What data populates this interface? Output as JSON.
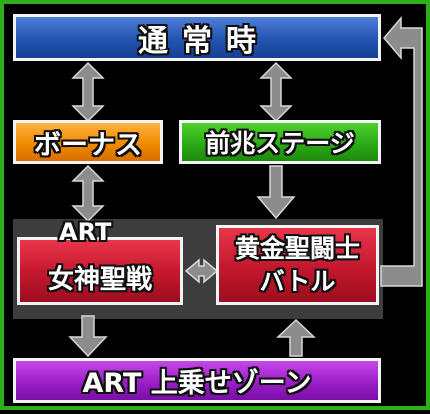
{
  "nodes": {
    "normal": "通常時",
    "bonus": "ボーナス",
    "pre_stage": "前兆ステージ",
    "art_tag": "ART",
    "art_stage": "女神聖戦",
    "battle_line1": "黄金聖闘士",
    "battle_line2": "バトル",
    "jousei": "ART 上乗せゾーン"
  },
  "colors": {
    "normal": "#2557b6",
    "bonus": "#f08a00",
    "pre_stage": "#2cab16",
    "art_stage": "#c3172d",
    "battle": "#c3172d",
    "jousei": "#9a1fc8",
    "art_area": "#3d3d3d",
    "arrow": "#8c8c8c",
    "frame": "#2fae1c"
  },
  "edges": [
    {
      "from": "normal",
      "to": "bonus",
      "style": "double"
    },
    {
      "from": "normal",
      "to": "pre_stage",
      "style": "double"
    },
    {
      "from": "bonus",
      "to": "art_stage",
      "style": "double"
    },
    {
      "from": "pre_stage",
      "to": "battle",
      "style": "single"
    },
    {
      "from": "art_stage",
      "to": "battle",
      "style": "double"
    },
    {
      "from": "art_stage",
      "to": "jousei",
      "style": "single"
    },
    {
      "from": "jousei",
      "to": "battle",
      "style": "single"
    },
    {
      "from": "battle",
      "to": "normal",
      "style": "elbow"
    }
  ]
}
